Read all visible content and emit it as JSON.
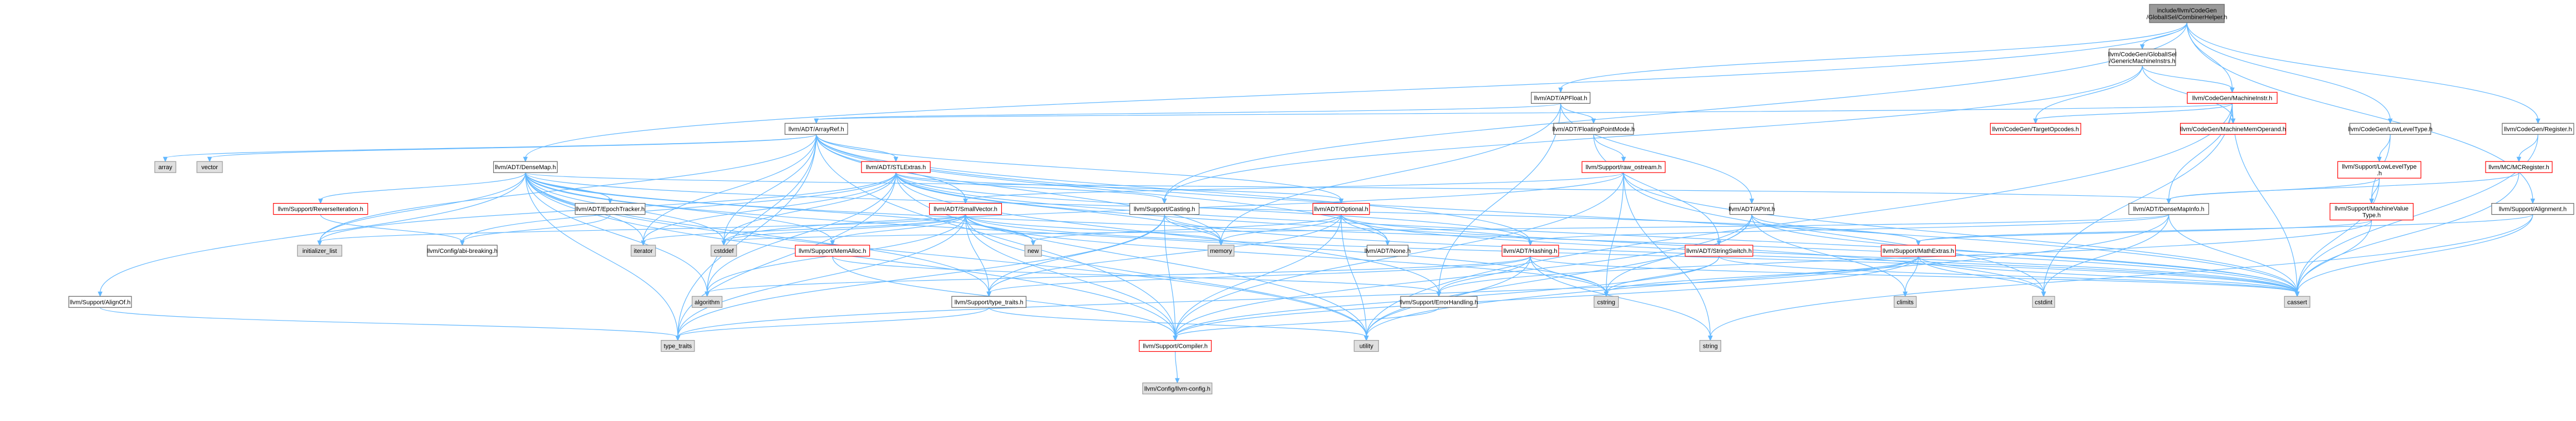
{
  "colors": {
    "edge": "#63b8ff",
    "normal_fill": "#ffffff",
    "normal_stroke": "#666666",
    "warn_stroke": "#ff0000",
    "external_fill": "#e0e0e0",
    "external_stroke": "#999999",
    "root_fill": "#999999",
    "root_stroke": "#666666"
  },
  "nodes": {
    "root": {
      "lines": [
        "include/llvm/CodeGen",
        "/GlobalISel/CombinerHelper.h"
      ],
      "style": "root"
    },
    "generic_mi": {
      "lines": [
        "llvm/CodeGen/GlobalISel",
        "/GenericMachineInstrs.h"
      ],
      "style": "normal"
    },
    "apfloat": {
      "lines": [
        "llvm/ADT/APFloat.h"
      ],
      "style": "normal"
    },
    "machineinstr": {
      "lines": [
        "llvm/CodeGen/MachineInstr.h"
      ],
      "style": "warn"
    },
    "lowleveltype": {
      "lines": [
        "llvm/CodeGen/LowLevelType.h"
      ],
      "style": "normal"
    },
    "register": {
      "lines": [
        "llvm/CodeGen/Register.h"
      ],
      "style": "normal"
    },
    "arrayref": {
      "lines": [
        "llvm/ADT/ArrayRef.h"
      ],
      "style": "normal"
    },
    "floatingpointmode": {
      "lines": [
        "llvm/ADT/FloatingPointMode.h"
      ],
      "style": "normal"
    },
    "targetopcodes": {
      "lines": [
        "llvm/CodeGen/TargetOpcodes.h"
      ],
      "style": "warn"
    },
    "machinememoperand": {
      "lines": [
        "llvm/CodeGen/MachineMemOperand.h"
      ],
      "style": "warn"
    },
    "support_lowleveltype": {
      "lines": [
        "llvm/Support/LowLevelType",
        ".h"
      ],
      "style": "warn"
    },
    "mcregister": {
      "lines": [
        "llvm/MC/MCRegister.h"
      ],
      "style": "warn"
    },
    "support_alignment": {
      "lines": [
        "llvm/Support/Alignment.h"
      ],
      "style": "normal"
    },
    "array": {
      "lines": [
        "array"
      ],
      "style": "external"
    },
    "vector": {
      "lines": [
        "vector"
      ],
      "style": "external"
    },
    "densemap": {
      "lines": [
        "llvm/ADT/DenseMap.h"
      ],
      "style": "normal"
    },
    "stlextras": {
      "lines": [
        "llvm/ADT/STLExtras.h"
      ],
      "style": "warn"
    },
    "raw_ostream": {
      "lines": [
        "llvm/Support/raw_ostream.h"
      ],
      "style": "warn"
    },
    "machinevaluetype": {
      "lines": [
        "llvm/Support/MachineValue",
        "Type.h"
      ],
      "style": "warn"
    },
    "reverseiteration": {
      "lines": [
        "llvm/Support/ReverseIteration.h"
      ],
      "style": "warn"
    },
    "epochtracker": {
      "lines": [
        "llvm/ADT/EpochTracker.h"
      ],
      "style": "normal"
    },
    "smallvector": {
      "lines": [
        "llvm/ADT/SmallVector.h"
      ],
      "style": "warn"
    },
    "casting": {
      "lines": [
        "llvm/Support/Casting.h"
      ],
      "style": "normal"
    },
    "optional": {
      "lines": [
        "llvm/ADT/Optional.h"
      ],
      "style": "warn"
    },
    "apint": {
      "lines": [
        "llvm/ADT/APInt.h"
      ],
      "style": "normal"
    },
    "densemapinfo": {
      "lines": [
        "llvm/ADT/DenseMapInfo.h"
      ],
      "style": "normal"
    },
    "initializer_list": {
      "lines": [
        "initializer_list"
      ],
      "style": "external"
    },
    "abi_breaking": {
      "lines": [
        "llvm/Config/abi-breaking.h"
      ],
      "style": "normal"
    },
    "iterator": {
      "lines": [
        "iterator"
      ],
      "style": "external"
    },
    "cstddef": {
      "lines": [
        "cstddef"
      ],
      "style": "external"
    },
    "new": {
      "lines": [
        "new"
      ],
      "style": "external"
    },
    "memory": {
      "lines": [
        "memory"
      ],
      "style": "external"
    },
    "memalloc": {
      "lines": [
        "llvm/Support/MemAlloc.h"
      ],
      "style": "warn"
    },
    "none": {
      "lines": [
        "llvm/ADT/None.h"
      ],
      "style": "normal"
    },
    "hashing": {
      "lines": [
        "llvm/ADT/Hashing.h"
      ],
      "style": "warn"
    },
    "stringswitch": {
      "lines": [
        "llvm/ADT/StringSwitch.h"
      ],
      "style": "warn"
    },
    "mathextras": {
      "lines": [
        "llvm/Support/MathExtras.h"
      ],
      "style": "warn"
    },
    "alignof": {
      "lines": [
        "llvm/Support/AlignOf.h"
      ],
      "style": "normal"
    },
    "algorithm": {
      "lines": [
        "algorithm"
      ],
      "style": "external"
    },
    "type_traits_support": {
      "lines": [
        "llvm/Support/type_traits.h"
      ],
      "style": "normal"
    },
    "errorhandling": {
      "lines": [
        "llvm/Support/ErrorHandling.h"
      ],
      "style": "normal"
    },
    "cstring": {
      "lines": [
        "cstring"
      ],
      "style": "external"
    },
    "climits": {
      "lines": [
        "climits"
      ],
      "style": "external"
    },
    "cstdint": {
      "lines": [
        "cstdint"
      ],
      "style": "external"
    },
    "cassert": {
      "lines": [
        "cassert"
      ],
      "style": "external"
    },
    "type_traits": {
      "lines": [
        "type_traits"
      ],
      "style": "external"
    },
    "compiler": {
      "lines": [
        "llvm/Support/Compiler.h"
      ],
      "style": "warn"
    },
    "utility": {
      "lines": [
        "utility"
      ],
      "style": "external"
    },
    "string": {
      "lines": [
        "string"
      ],
      "style": "external"
    },
    "llvm_config": {
      "lines": [
        "llvm/Config/llvm-config.h"
      ],
      "style": "external"
    }
  },
  "edges": [
    [
      "root",
      "generic_mi"
    ],
    [
      "root",
      "apfloat"
    ],
    [
      "root",
      "machineinstr"
    ],
    [
      "root",
      "lowleveltype"
    ],
    [
      "root",
      "register"
    ],
    [
      "root",
      "densemap"
    ],
    [
      "root",
      "casting"
    ],
    [
      "root",
      "support_alignment"
    ],
    [
      "generic_mi",
      "machineinstr"
    ],
    [
      "generic_mi",
      "machinememoperand"
    ],
    [
      "generic_mi",
      "targetopcodes"
    ],
    [
      "generic_mi",
      "casting"
    ],
    [
      "apfloat",
      "arrayref"
    ],
    [
      "apfloat",
      "floatingpointmode"
    ],
    [
      "apfloat",
      "apint"
    ],
    [
      "apfloat",
      "memory"
    ],
    [
      "apfloat",
      "errorhandling"
    ],
    [
      "machineinstr",
      "arrayref"
    ],
    [
      "machineinstr",
      "targetopcodes"
    ],
    [
      "machineinstr",
      "machinememoperand"
    ],
    [
      "machineinstr",
      "densemapinfo"
    ],
    [
      "machineinstr",
      "cstdint"
    ],
    [
      "machineinstr",
      "utility"
    ],
    [
      "machineinstr",
      "cassert"
    ],
    [
      "lowleveltype",
      "support_lowleveltype"
    ],
    [
      "lowleveltype",
      "machinevaluetype"
    ],
    [
      "register",
      "mcregister"
    ],
    [
      "register",
      "cassert"
    ],
    [
      "arrayref",
      "array"
    ],
    [
      "arrayref",
      "vector"
    ],
    [
      "arrayref",
      "stlextras"
    ],
    [
      "arrayref",
      "hashing"
    ],
    [
      "arrayref",
      "none"
    ],
    [
      "arrayref",
      "optional"
    ],
    [
      "arrayref",
      "smallvector"
    ],
    [
      "arrayref",
      "compiler"
    ],
    [
      "arrayref",
      "algorithm"
    ],
    [
      "arrayref",
      "cassert"
    ],
    [
      "arrayref",
      "cstddef"
    ],
    [
      "arrayref",
      "initializer_list"
    ],
    [
      "arrayref",
      "iterator"
    ],
    [
      "arrayref",
      "memory"
    ],
    [
      "arrayref",
      "type_traits"
    ],
    [
      "floatingpointmode",
      "raw_ostream"
    ],
    [
      "floatingpointmode",
      "stringswitch"
    ],
    [
      "support_lowleveltype",
      "densemapinfo"
    ],
    [
      "support_lowleveltype",
      "machinevaluetype"
    ],
    [
      "support_lowleveltype",
      "cassert"
    ],
    [
      "mcregister",
      "densemapinfo"
    ],
    [
      "mcregister",
      "cassert"
    ],
    [
      "support_alignment",
      "mathextras"
    ],
    [
      "support_alignment",
      "cassert"
    ],
    [
      "support_alignment",
      "string"
    ],
    [
      "densemap",
      "densemapinfo"
    ],
    [
      "densemap",
      "epochtracker"
    ],
    [
      "densemap",
      "alignof"
    ],
    [
      "densemap",
      "compiler"
    ],
    [
      "densemap",
      "mathextras"
    ],
    [
      "densemap",
      "memalloc"
    ],
    [
      "densemap",
      "reverseiteration"
    ],
    [
      "densemap",
      "type_traits_support"
    ],
    [
      "densemap",
      "algorithm"
    ],
    [
      "densemap",
      "cassert"
    ],
    [
      "densemap",
      "cstddef"
    ],
    [
      "densemap",
      "cstring"
    ],
    [
      "densemap",
      "initializer_list"
    ],
    [
      "densemap",
      "iterator"
    ],
    [
      "densemap",
      "new"
    ],
    [
      "densemap",
      "type_traits"
    ],
    [
      "densemap",
      "utility"
    ],
    [
      "stlextras",
      "hashing"
    ],
    [
      "stlextras",
      "optional"
    ],
    [
      "stlextras",
      "casting"
    ],
    [
      "stlextras",
      "abi_breaking"
    ],
    [
      "stlextras",
      "errorhandling"
    ],
    [
      "stlextras",
      "algorithm"
    ],
    [
      "stlextras",
      "cassert"
    ],
    [
      "stlextras",
      "cstddef"
    ],
    [
      "stlextras",
      "cstdint"
    ],
    [
      "stlextras",
      "initializer_list"
    ],
    [
      "stlextras",
      "iterator"
    ],
    [
      "stlextras",
      "memory"
    ],
    [
      "stlextras",
      "type_traits"
    ],
    [
      "stlextras",
      "utility"
    ],
    [
      "raw_ostream",
      "compiler"
    ],
    [
      "raw_ostream",
      "smallvector"
    ],
    [
      "raw_ostream",
      "cassert"
    ],
    [
      "raw_ostream",
      "cstddef"
    ],
    [
      "raw_ostream",
      "cstdint"
    ],
    [
      "raw_ostream",
      "cstring"
    ],
    [
      "raw_ostream",
      "string"
    ],
    [
      "machinevaluetype",
      "errorhandling"
    ],
    [
      "machinevaluetype",
      "mathextras"
    ],
    [
      "machinevaluetype",
      "cassert"
    ],
    [
      "reverseiteration",
      "abi_breaking"
    ],
    [
      "epochtracker",
      "abi_breaking"
    ],
    [
      "smallvector",
      "compiler"
    ],
    [
      "smallvector",
      "memalloc"
    ],
    [
      "smallvector",
      "type_traits_support"
    ],
    [
      "smallvector",
      "algorithm"
    ],
    [
      "smallvector",
      "cassert"
    ],
    [
      "smallvector",
      "cstddef"
    ],
    [
      "smallvector",
      "cstdlib_none"
    ],
    [
      "smallvector",
      "cstring"
    ],
    [
      "smallvector",
      "initializer_list"
    ],
    [
      "smallvector",
      "iterator"
    ],
    [
      "smallvector",
      "memory"
    ],
    [
      "smallvector",
      "new"
    ],
    [
      "smallvector",
      "type_traits"
    ],
    [
      "smallvector",
      "utility"
    ],
    [
      "casting",
      "compiler"
    ],
    [
      "casting",
      "type_traits_support"
    ],
    [
      "casting",
      "cassert"
    ],
    [
      "casting",
      "memory"
    ],
    [
      "casting",
      "type_traits"
    ],
    [
      "optional",
      "hashing"
    ],
    [
      "optional",
      "none"
    ],
    [
      "optional",
      "compiler"
    ],
    [
      "optional",
      "type_traits_support"
    ],
    [
      "optional",
      "cassert"
    ],
    [
      "optional",
      "memory"
    ],
    [
      "optional",
      "new"
    ],
    [
      "optional",
      "utility"
    ],
    [
      "apint",
      "compiler"
    ],
    [
      "apint",
      "mathextras"
    ],
    [
      "apint",
      "cassert"
    ],
    [
      "apint",
      "climits"
    ],
    [
      "apint",
      "cstring"
    ],
    [
      "apint",
      "utility"
    ],
    [
      "densemapinfo",
      "hashing"
    ],
    [
      "densemapinfo",
      "cassert"
    ],
    [
      "densemapinfo",
      "cstddef"
    ],
    [
      "densemapinfo",
      "cstdint"
    ],
    [
      "densemapinfo",
      "utility"
    ],
    [
      "memalloc",
      "compiler"
    ],
    [
      "memalloc",
      "errorhandling"
    ],
    [
      "hashing",
      "errorhandling"
    ],
    [
      "hashing",
      "type_traits_support"
    ],
    [
      "hashing",
      "algorithm"
    ],
    [
      "hashing",
      "cassert"
    ],
    [
      "hashing",
      "cstring"
    ],
    [
      "hashing",
      "string"
    ],
    [
      "hashing",
      "utility"
    ],
    [
      "stringswitch",
      "compiler"
    ],
    [
      "stringswitch",
      "cassert"
    ],
    [
      "stringswitch",
      "cstring"
    ],
    [
      "mathextras",
      "compiler"
    ],
    [
      "mathextras",
      "cassert"
    ],
    [
      "mathextras",
      "climits"
    ],
    [
      "mathextras",
      "cstdint"
    ],
    [
      "mathextras",
      "cstring"
    ],
    [
      "mathextras",
      "type_traits"
    ],
    [
      "alignof",
      "type_traits"
    ],
    [
      "type_traits_support",
      "type_traits"
    ],
    [
      "type_traits_support",
      "utility"
    ],
    [
      "errorhandling",
      "compiler"
    ],
    [
      "compiler",
      "llvm_config"
    ]
  ]
}
